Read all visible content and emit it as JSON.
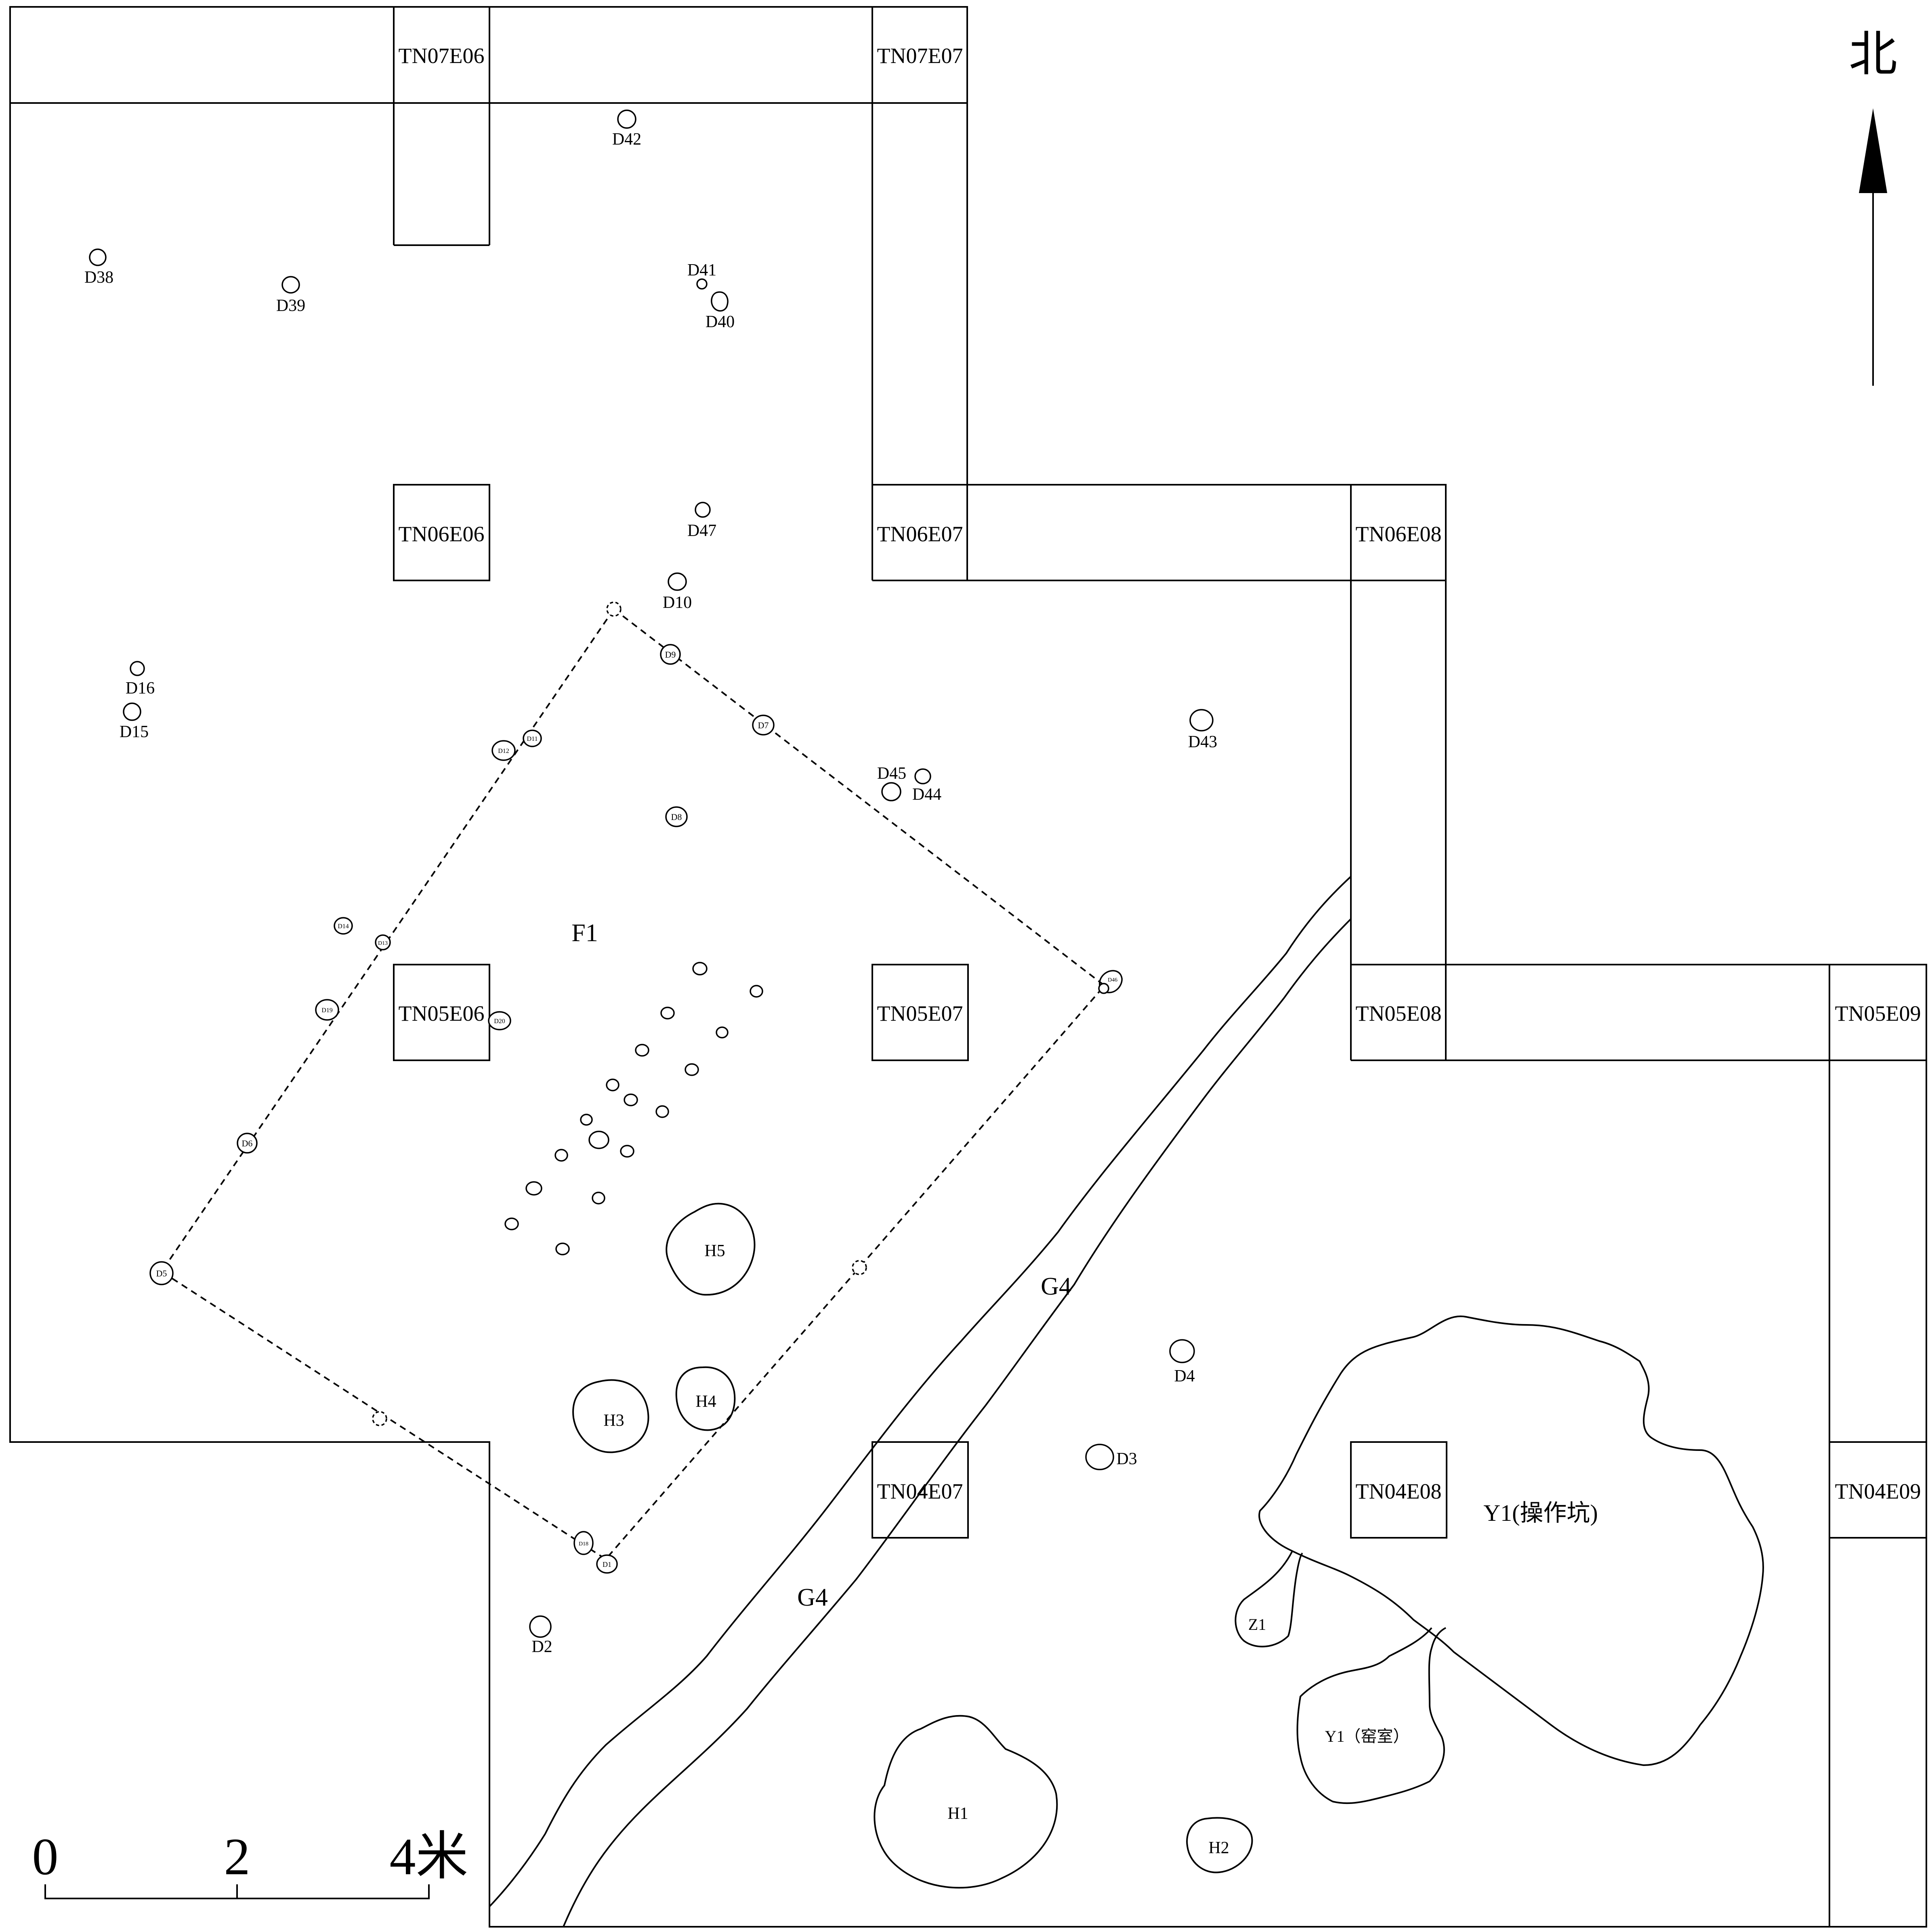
{
  "north_label": "北",
  "scale": {
    "ticks": [
      "0",
      "2",
      "4米"
    ]
  },
  "squares": [
    "TN07E06",
    "TN07E07",
    "TN06E06",
    "TN06E07",
    "TN06E08",
    "TN05E06",
    "TN05E07",
    "TN05E08",
    "TN05E09",
    "TN04E07",
    "TN04E08",
    "TN04E09"
  ],
  "features": {
    "house": "F1",
    "ditch": "G4",
    "pits": [
      "H1",
      "H2",
      "H3",
      "H4",
      "H5"
    ],
    "kiln_pit": "Y1(操作坑)",
    "kiln_chamber": "Y1（窑室）",
    "stove": "Z1"
  },
  "postholes": [
    "D1",
    "D2",
    "D3",
    "D4",
    "D5",
    "D6",
    "D7",
    "D8",
    "D9",
    "D10",
    "D11",
    "D12",
    "D13",
    "D14",
    "D15",
    "D16",
    "D18",
    "D19",
    "D20",
    "D38",
    "D39",
    "D40",
    "D41",
    "D42",
    "D43",
    "D44",
    "D45",
    "D46",
    "D47"
  ]
}
